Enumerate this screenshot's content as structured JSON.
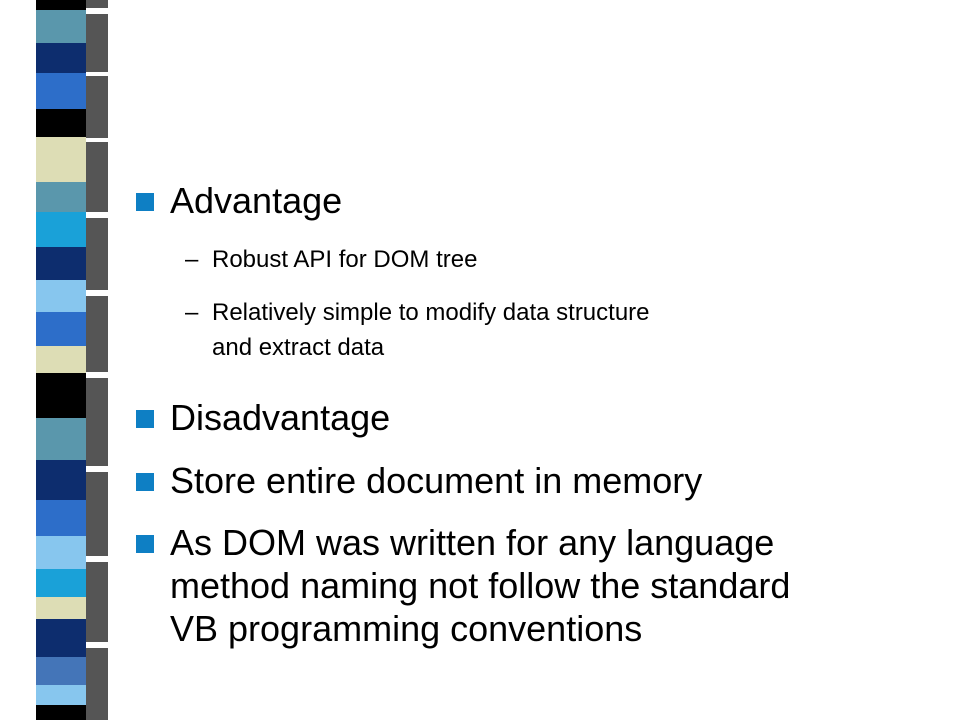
{
  "colors": {
    "background": "#ffffff",
    "bullet": "#0e7fc4",
    "text": "#000000",
    "stripe_palette": [
      "#0d2d6e",
      "#2d6ec9",
      "#1aa1d8",
      "#5a97ac",
      "#ddddb5",
      "#87c6ee",
      "#000000",
      "#4475b8"
    ]
  },
  "slide": {
    "bullets": [
      {
        "text": "Advantage",
        "icon": "square-bullet-icon",
        "subitems": [
          {
            "dash": "–",
            "lines": [
              "Robust API for DOM tree"
            ]
          },
          {
            "dash": "–",
            "lines": [
              "Relatively simple to modify data structure",
              "and extract data"
            ]
          }
        ]
      },
      {
        "text": "Disadvantage",
        "icon": "square-bullet-icon",
        "subitems": []
      },
      {
        "text": "Store entire document in memory",
        "icon": "square-bullet-icon",
        "subitems": []
      },
      {
        "lines": [
          "As DOM  was written for any language",
          "method naming not follow the standard",
          "VB programming conventions"
        ],
        "icon": "square-bullet-icon",
        "subitems": []
      }
    ]
  }
}
